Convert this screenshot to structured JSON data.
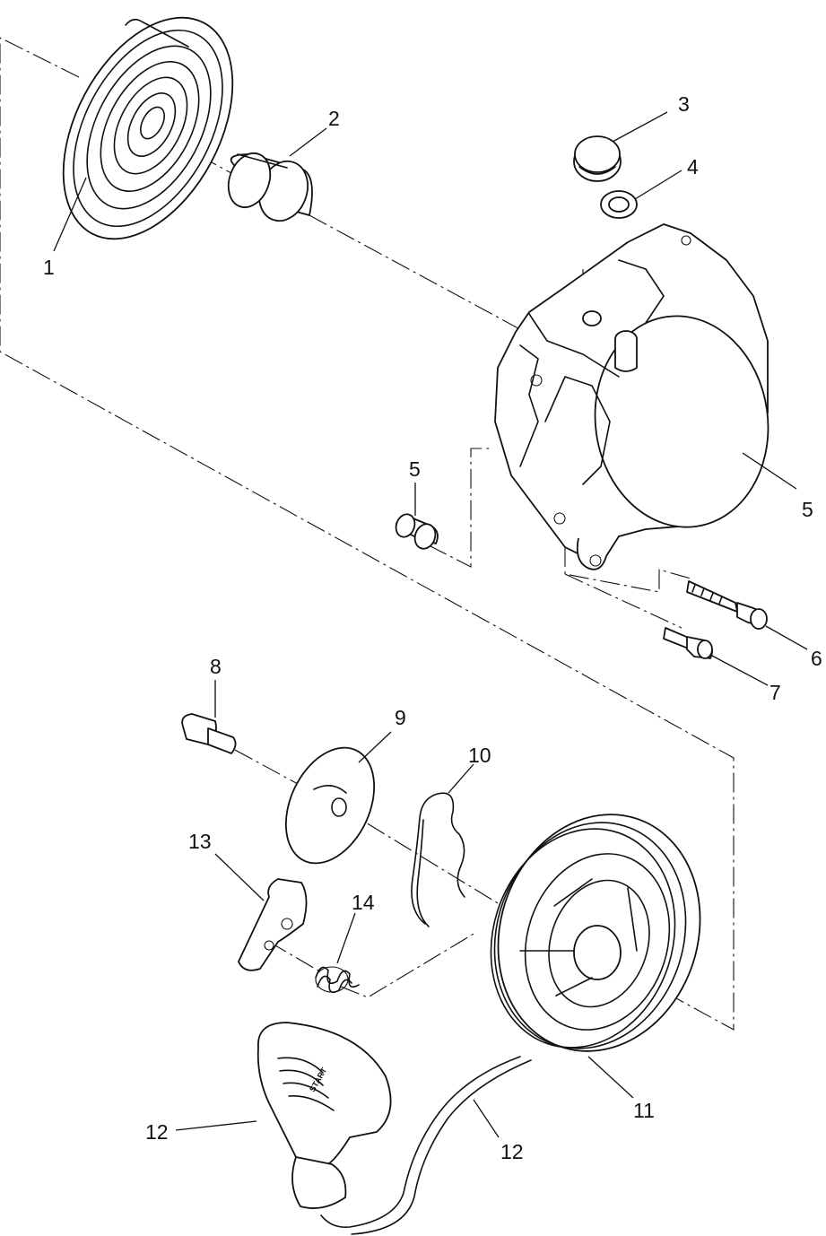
{
  "callouts": {
    "c1": "1",
    "c2": "2",
    "c3": "3",
    "c4": "4",
    "c5a": "5",
    "c5b": "5",
    "c6": "6",
    "c7": "7",
    "c8": "8",
    "c9": "9",
    "c10": "10",
    "c11": "11",
    "c12a": "12",
    "c12b": "12",
    "c13": "13",
    "c14": "14"
  },
  "handle_text": "START"
}
